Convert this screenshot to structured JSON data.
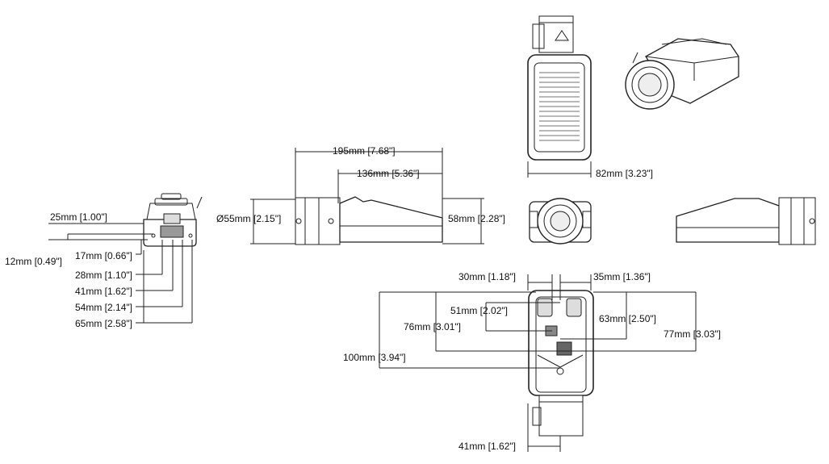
{
  "dimensions": {
    "left_view": [
      "25mm [1.00\"]",
      "12mm [0.49\"]",
      "17mm [0.66\"]",
      "28mm [1.10\"]",
      "41mm [1.62\"]",
      "54mm [2.14\"]",
      "65mm [2.58\"]"
    ],
    "side_view": [
      "195mm [7.68\"]",
      "136mm [5.36\"]",
      "Ø55mm [2.15\"]",
      "58mm [2.28\"]"
    ],
    "top_view": [
      "82mm [3.23\"]"
    ],
    "bottom_view": [
      "30mm [1.18\"]",
      "35mm [1.36\"]",
      "51mm [2.02\"]",
      "63mm [2.50\"]",
      "76mm [3.01\"]",
      "77mm [3.03\"]",
      "100mm [3.94\"]",
      "41mm [1.62\"]"
    ]
  }
}
